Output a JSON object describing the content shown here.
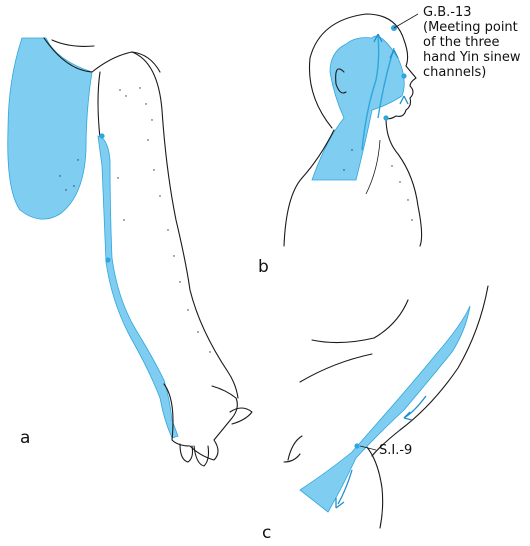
{
  "panels": {
    "a": "a",
    "b": "b",
    "c": "c"
  },
  "annotations": {
    "gb13": {
      "point": "G.B.-13",
      "note_lines": [
        "(Meeting point",
        "of the three",
        "hand Yin sinew",
        "channels)"
      ]
    },
    "si9": "S.I.-9"
  },
  "colors": {
    "channel_fill": "#7fcdf0",
    "channel_stroke": "#2fa6dc",
    "arrow": "#1d8fd0",
    "outline": "#1a1a1a"
  }
}
